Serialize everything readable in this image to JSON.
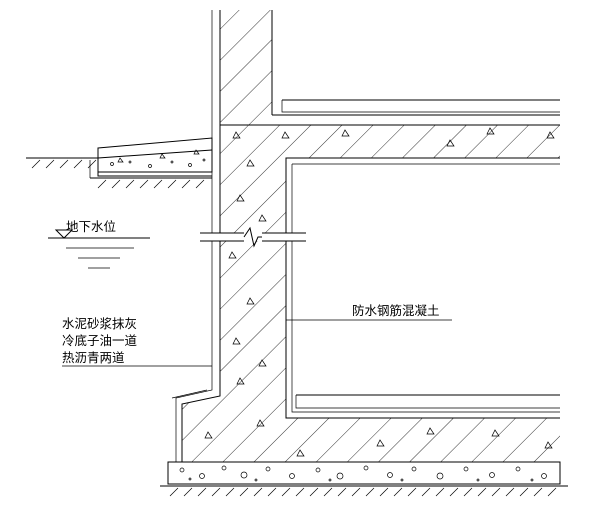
{
  "labels": {
    "groundwater_level": "地下水位",
    "waterproof_concrete": "防水钢筋混凝土",
    "coating_1": "水泥砂浆抹灰",
    "coating_2": "冷底子油一道",
    "coating_3": "热沥青两道"
  }
}
